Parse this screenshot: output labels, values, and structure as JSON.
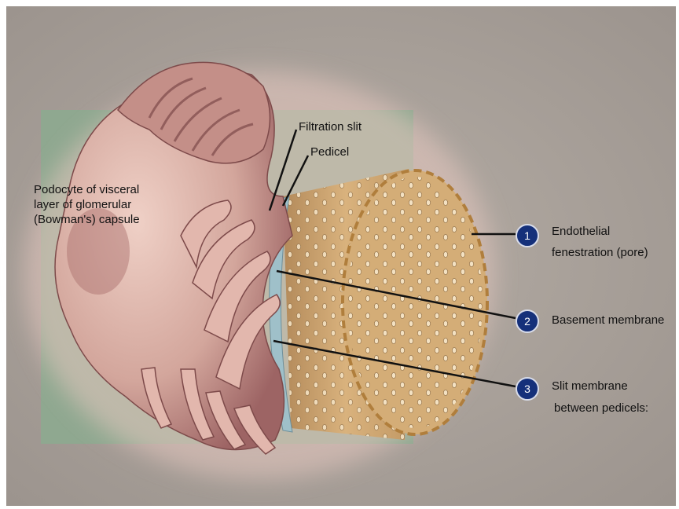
{
  "labels": {
    "filtration_slit": "Filtration slit",
    "pedicel": "Pedicel",
    "podocyte_line1": "Podocyte of  visceral",
    "podocyte_line2": "layer of glomerular",
    "podocyte_line3": "(Bowman's) capsule"
  },
  "numbered_labels": [
    {
      "number": "1",
      "line1": "Endothelial",
      "line2": "fenestration (pore)"
    },
    {
      "number": "2",
      "line1": "Basement membrane",
      "line2": ""
    },
    {
      "number": "3",
      "line1": "Slit membrane",
      "line2": "between pedicels:"
    }
  ],
  "colors": {
    "background": "#a7a09a",
    "panel": "#8fa890",
    "podocyte": "#d3a69c",
    "podocyte_shade": "#9d6464",
    "endothelium": "#cfa772",
    "basement_membrane": "#9fc0c9",
    "badge": "#15307a"
  }
}
